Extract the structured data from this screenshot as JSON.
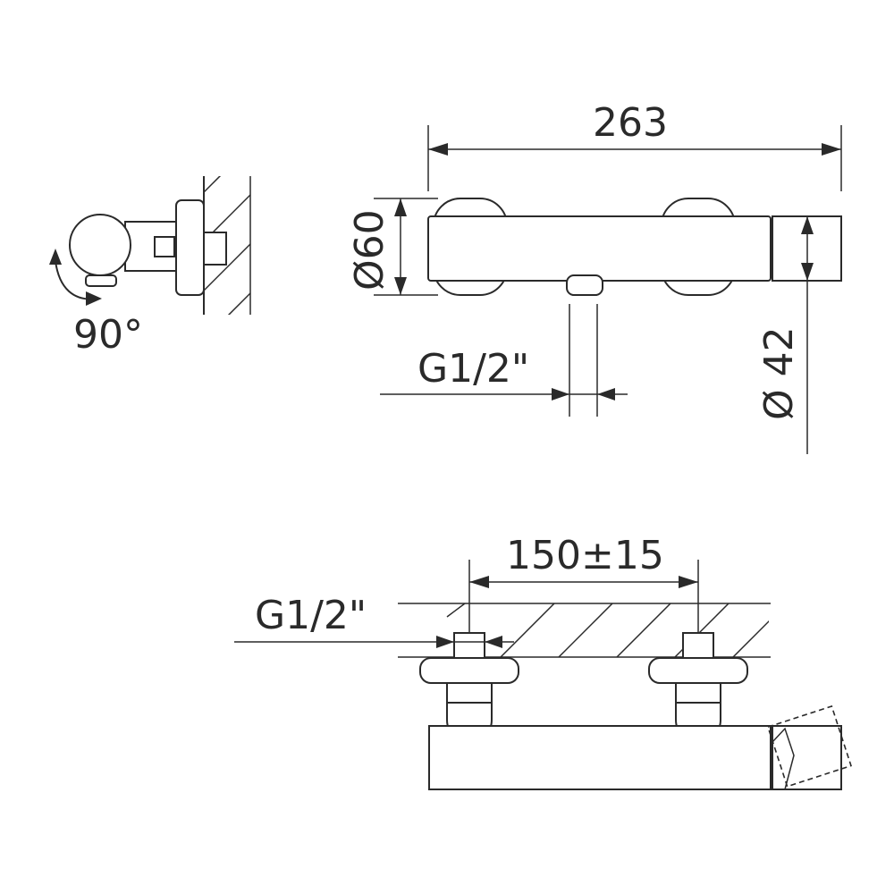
{
  "side_view": {
    "rotation_label": "90°"
  },
  "top_view": {
    "length_label": "263",
    "body_diameter_label": "Ø60",
    "handle_diameter_label": "Ø 42",
    "outlet_thread_label": "G1/2\""
  },
  "front_view": {
    "center_distance_label": "150±15",
    "inlet_thread_label": "G1/2\""
  },
  "colors": {
    "line": "#2a2a2a",
    "background": "#ffffff"
  }
}
